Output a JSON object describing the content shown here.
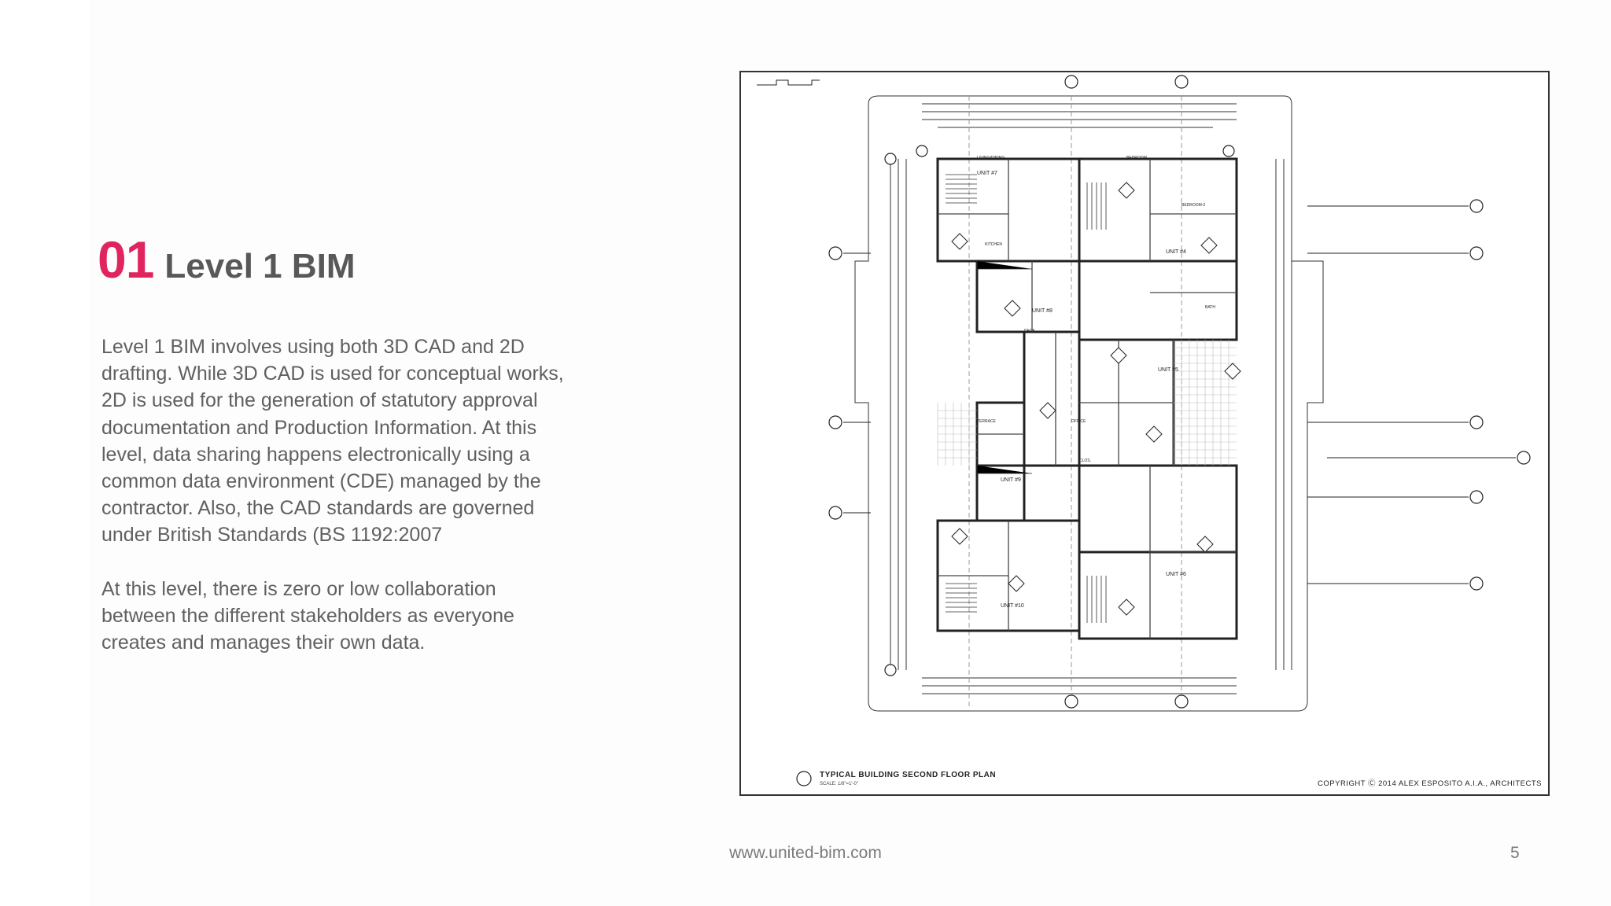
{
  "heading": {
    "number": "01",
    "title": "Level 1 BIM"
  },
  "body": {
    "paragraph_1": "Level 1 BIM involves using both 3D CAD and 2D drafting. While 3D CAD is used for conceptual works, 2D is used for the generation of statutory approval documentation and Production Information. At this level, data sharing happens electronically using a common data environment (CDE) managed by the contractor. Also, the CAD standards are governed under British Standards (BS 1192:2007",
    "paragraph_2": "At this level, there is zero or low collaboration between the different stakeholders as everyone creates and manages their own data."
  },
  "plan": {
    "title": "TYPICAL BUILDING SECOND FLOOR PLAN",
    "scale": "SCALE: 1/8\"=1'-0\"",
    "copyright": "COPYRIGHT Ⓒ 2014 ALEX ESPOSITO A.I.A., ARCHITECTS",
    "units": [
      "UNIT #7",
      "UNIT #4",
      "UNIT #8",
      "UNIT #5",
      "UNIT #9",
      "UNIT #6",
      "UNIT #10"
    ],
    "rooms": [
      "LIVING/DINING",
      "BEDROOM",
      "BEDROOM-2",
      "KITCHEN",
      "BATH",
      "DECK",
      "TERRACE",
      "OFFICE",
      "CLOS."
    ]
  },
  "footer": {
    "url": "www.united-bim.com",
    "page_number": "5"
  },
  "colors": {
    "accent": "#e0245e",
    "heading_text": "#585858",
    "body_text": "#606060",
    "footer_text": "#7a7a7a"
  }
}
